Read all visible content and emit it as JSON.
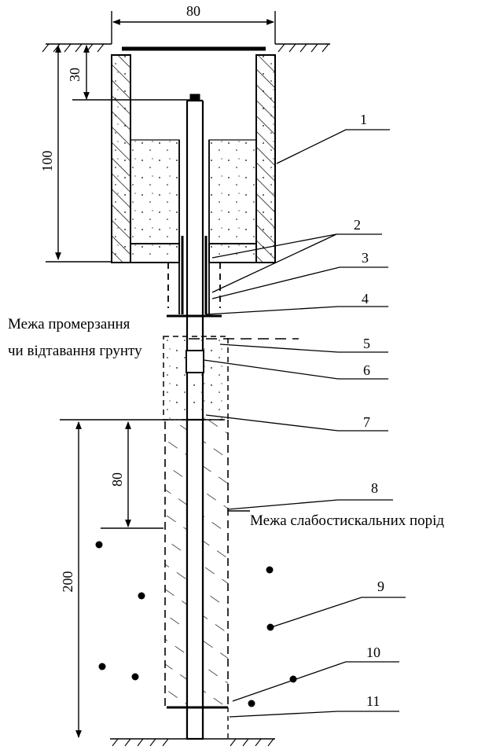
{
  "dimensions": {
    "box_width": "80",
    "top_gap": "30",
    "box_depth": "100",
    "lower_offset": "80",
    "lower_depth": "200"
  },
  "captions": {
    "freeze_line_1": "Межа промерзання",
    "freeze_line_2": "чи відтавання грунту",
    "weak_rock_boundary": "Межа слабостискальних порід"
  },
  "callouts": [
    "1",
    "2",
    "3",
    "4",
    "5",
    "6",
    "7",
    "8",
    "9",
    "10",
    "11"
  ],
  "colors": {
    "ink": "#000000",
    "paper": "#ffffff"
  }
}
